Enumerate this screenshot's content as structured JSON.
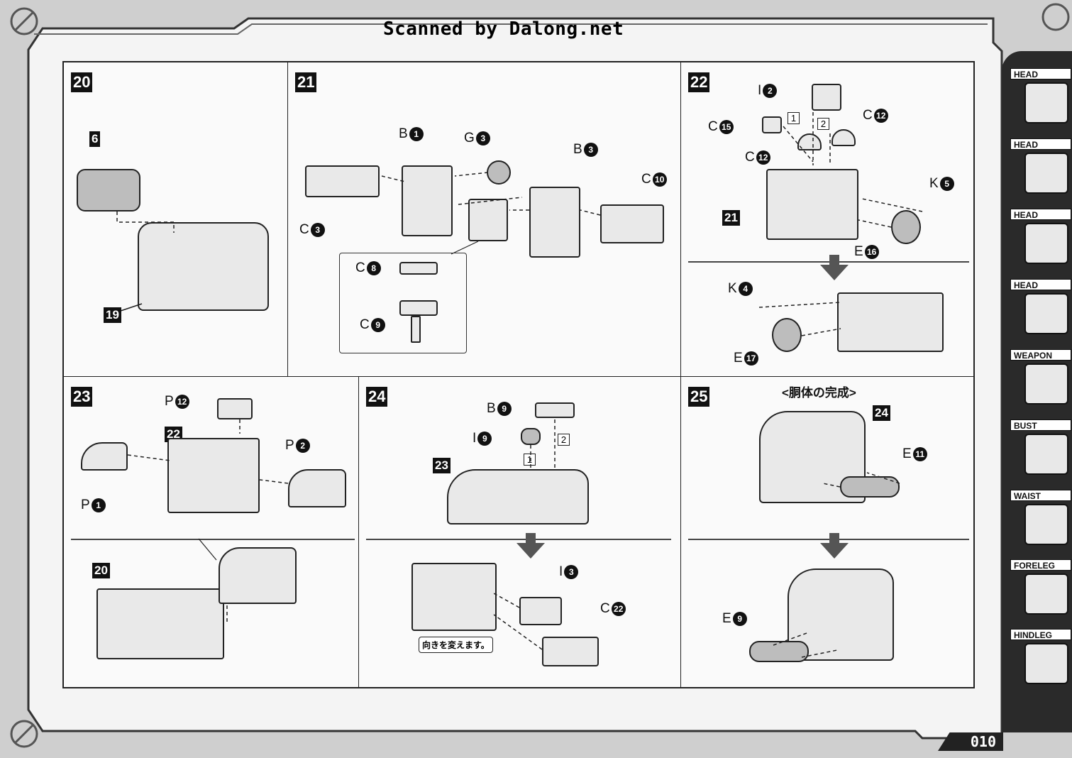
{
  "header": {
    "scan_credit": "Scanned by Dalong.net"
  },
  "steps": {
    "s20": {
      "number": "20",
      "refs": [
        "6",
        "19"
      ]
    },
    "s21": {
      "number": "21",
      "callouts": [
        {
          "letter": "B",
          "num": "1"
        },
        {
          "letter": "G",
          "num": "3"
        },
        {
          "letter": "B",
          "num": "3"
        },
        {
          "letter": "C",
          "num": "10"
        },
        {
          "letter": "C",
          "num": "3"
        },
        {
          "letter": "C",
          "num": "8"
        },
        {
          "letter": "C",
          "num": "9"
        }
      ]
    },
    "s22": {
      "number": "22",
      "ref": "21",
      "callouts": [
        {
          "letter": "I",
          "num": "2"
        },
        {
          "letter": "C",
          "num": "15"
        },
        {
          "letter": "C",
          "num": "12"
        },
        {
          "letter": "C",
          "num": "12"
        },
        {
          "letter": "K",
          "num": "5"
        },
        {
          "letter": "E",
          "num": "16"
        },
        {
          "letter": "K",
          "num": "4"
        },
        {
          "letter": "E",
          "num": "17"
        }
      ],
      "order": [
        "1",
        "2"
      ]
    },
    "s23": {
      "number": "23",
      "refs": [
        "22",
        "20"
      ],
      "callouts": [
        {
          "letter": "P",
          "num": "12"
        },
        {
          "letter": "P",
          "num": "2"
        },
        {
          "letter": "P",
          "num": "1"
        }
      ]
    },
    "s24": {
      "number": "24",
      "ref": "23",
      "callouts": [
        {
          "letter": "B",
          "num": "9"
        },
        {
          "letter": "I",
          "num": "9"
        },
        {
          "letter": "I",
          "num": "3"
        },
        {
          "letter": "C",
          "num": "22"
        }
      ],
      "order": [
        "1",
        "2"
      ],
      "note": "向きを変えます。"
    },
    "s25": {
      "number": "25",
      "ref": "24",
      "caption": "<胴体の完成>",
      "callouts": [
        {
          "letter": "E",
          "num": "11"
        },
        {
          "letter": "E",
          "num": "9"
        }
      ]
    }
  },
  "sidebar": {
    "tabs": [
      "HEAD",
      "HEAD",
      "HEAD",
      "HEAD",
      "WEAPON",
      "BUST",
      "WAIST",
      "FORELEG",
      "HINDLEG"
    ],
    "active_color": "#2a2a2a"
  },
  "page_number": "010"
}
